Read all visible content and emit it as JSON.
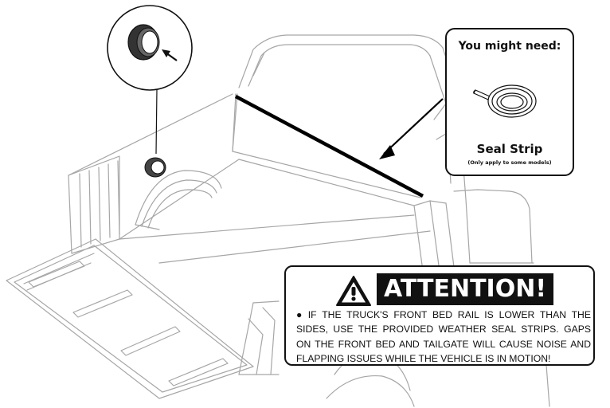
{
  "you_might_need": {
    "title": "You might need:",
    "item_label": "Seal Strip",
    "item_note": "(Only apply to some models)",
    "item_icon": "seal-strip-coil-icon"
  },
  "attention": {
    "banner": "ATTENTION!",
    "icon": "warning-triangle-icon",
    "bullet": "●",
    "text": "IF THE TRUCK'S FRONT BED RAIL IS LOWER THAN THE SIDES, USE THE PROVIDED WEATHER SEAL STRIPS. GAPS ON THE FRONT BED AND TAILGATE WILL CAUSE NOISE AND FLAPPING ISSUES WHILE THE VEHICLE IS IN MOTION!"
  },
  "illustration": {
    "subject": "pickup-truck-bed",
    "callout_icon": "seal-ring-icon",
    "highlight_color": "#000000",
    "line_color": "#9a9a9a"
  }
}
